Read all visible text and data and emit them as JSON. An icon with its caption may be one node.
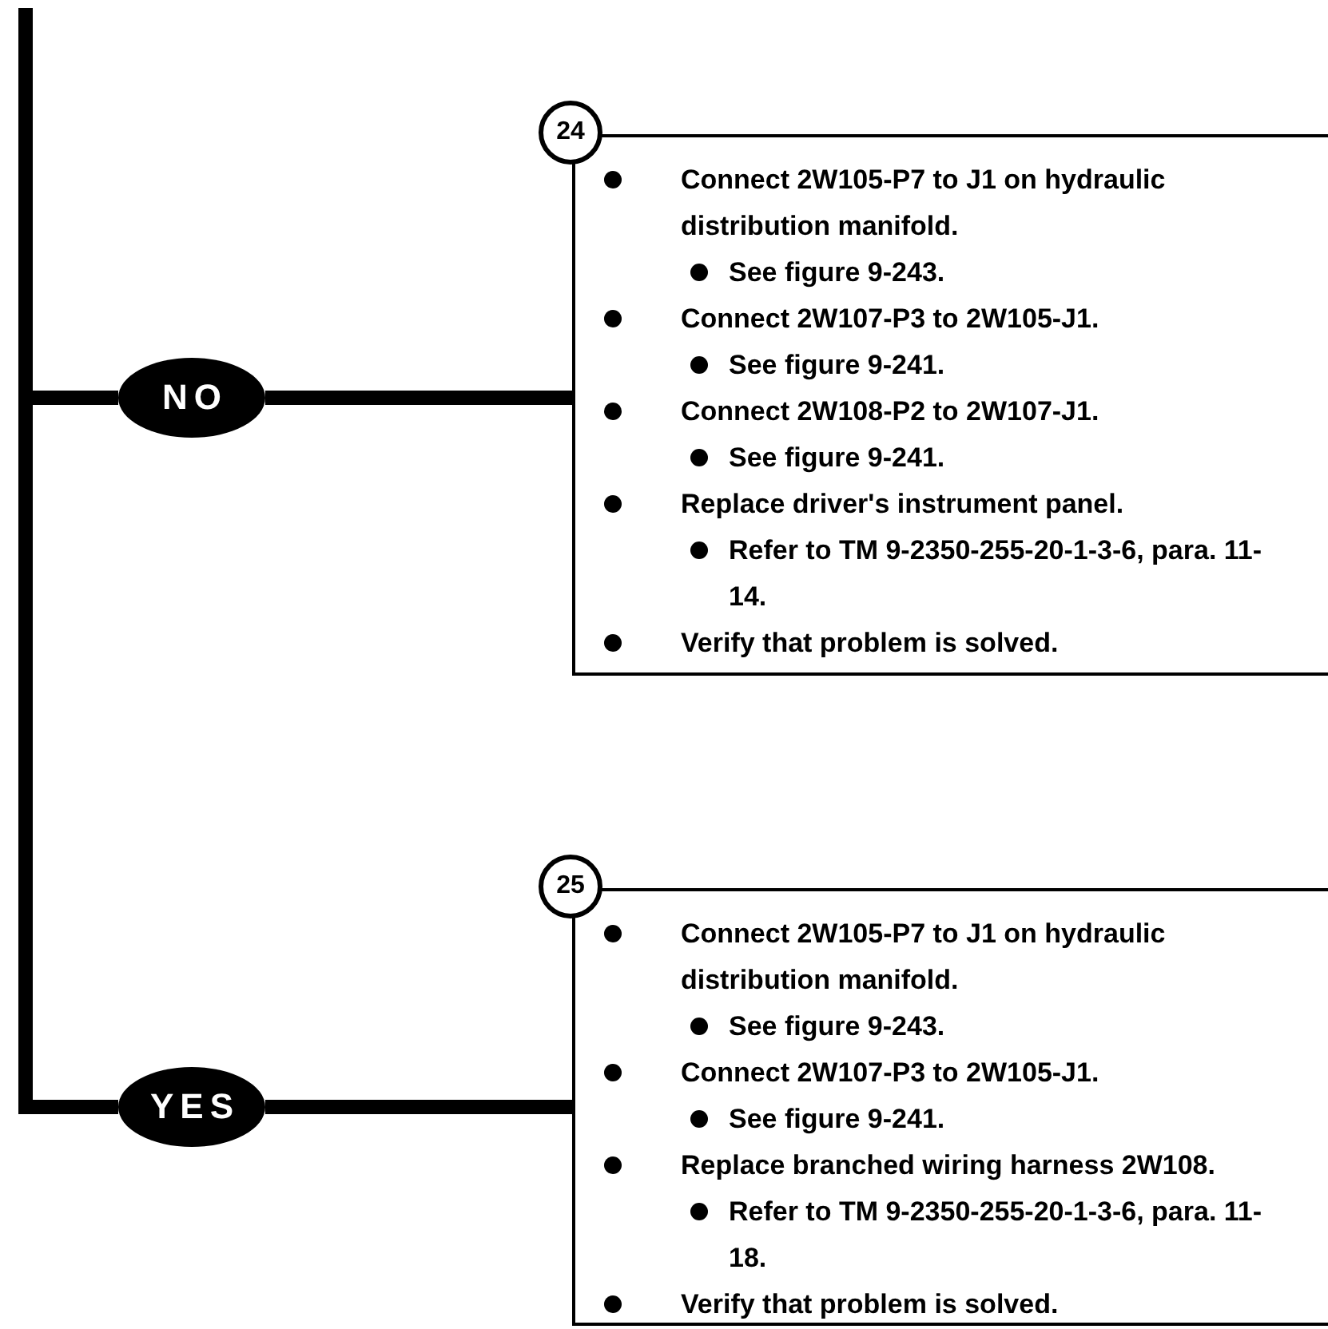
{
  "diagram": {
    "nodes": [
      {
        "text": [
          "NO"
        ]
      },
      {
        "text": [
          "24"
        ]
      },
      {
        "text": [
          "Connect 2W105-P7 to J1 on hydraulic distribution manifold.",
          "See figure 9-243.",
          "Connect 2W107-P3 to 2W105-J1.",
          "See figure 9-241.",
          "Connect 2W108-P2 to 2W107-J1.",
          "See figure 9-241.",
          "Replace driver's instrument panel.",
          "Refer to TM 9-2350-255-20-1-3-6, para. 11-14.",
          "Verify that problem is solved."
        ]
      },
      {
        "text": [
          "YES"
        ]
      },
      {
        "text": [
          "25"
        ]
      },
      {
        "text": [
          "Connect 2W105-P7 to J1 on hydraulic distribution manifold.",
          "See figure 9-243.",
          "Connect 2W107-P3 to 2W105-J1.",
          "See figure 9-241.",
          "Replace branched wiring harness 2W108.",
          "Refer to TM 9-2350-255-20-1-3-6, para. 11-18.",
          "Verify that problem is solved."
        ]
      }
    ],
    "edges": [
      {
        "from": null,
        "to": 0,
        "arrow": "none"
      },
      {
        "from": 0,
        "to": 2,
        "arrow": "none"
      },
      {
        "from": null,
        "to": 3,
        "arrow": "none"
      },
      {
        "from": 3,
        "to": 5,
        "arrow": "none"
      }
    ]
  }
}
